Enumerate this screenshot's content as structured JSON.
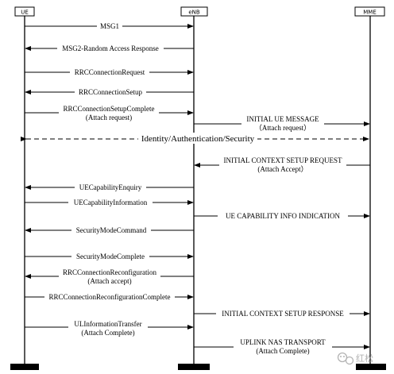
{
  "entities": {
    "ue": "UE",
    "enb": "eNB",
    "mme": "MME"
  },
  "messages": {
    "msg1": "MSG1",
    "msg2": "MSG2-Random Access Response",
    "rrc_conn_req": "RRCConnectionRequest",
    "rrc_conn_setup": "RRCConnectionSetup",
    "rrc_conn_setup_complete": "RRCConnectionSetupComplete",
    "rrc_conn_setup_complete_sub": "(Attach request)",
    "initial_ue_msg": "INITIAL UE MESSAGE",
    "initial_ue_msg_sub": "（Attach request）",
    "identity_auth_sec": "Identity/Authentication/Security",
    "init_ctx_setup_req": "INITIAL CONTEXT SETUP REQUEST",
    "init_ctx_setup_req_sub": "(Attach Accept）",
    "ue_cap_enquiry": "UECapabilityEnquiry",
    "ue_cap_info": "UECapabilityInformation",
    "ue_cap_info_ind": "UE CAPABILITY INFO INDICATION",
    "sec_mode_cmd": "SecurityModeCommand",
    "sec_mode_complete": "SecurityModeComplete",
    "rrc_conn_reconf": "RRCConnectionReconfiguration",
    "rrc_conn_reconf_sub": "(Attach accept)",
    "rrc_conn_reconf_complete": "RRCConnectionReconfigurationComplete",
    "init_ctx_setup_resp": "INITIAL CONTEXT SETUP RESPONSE",
    "ul_info_transfer": "ULInformationTransfer",
    "ul_info_transfer_sub": "(Attach Complete)",
    "uplink_nas_transport": "UPLINK NAS TRANSPORT",
    "uplink_nas_transport_sub": "(Attach Complete)"
  },
  "watermark": {
    "text": "红松"
  }
}
